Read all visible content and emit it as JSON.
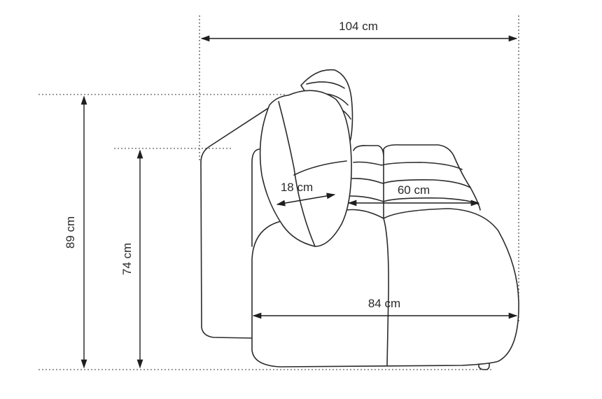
{
  "dimensions": {
    "total_depth": "104 cm",
    "total_height": "89 cm",
    "back_height": "74 cm",
    "cushion_thickness": "18 cm",
    "seat_depth": "60 cm",
    "base_depth": "84 cm"
  }
}
